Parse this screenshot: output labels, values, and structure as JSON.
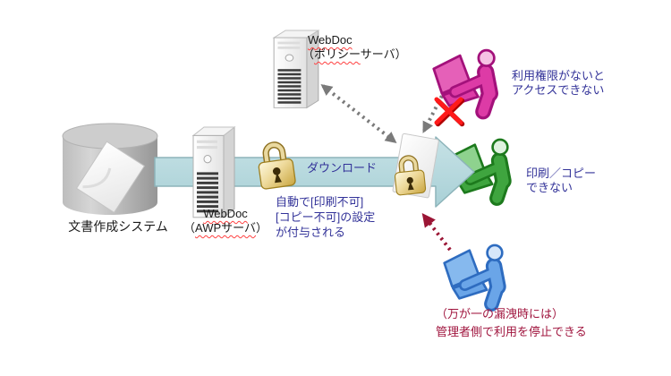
{
  "nodes": {
    "doc_system": {
      "label": "文書作成システム",
      "icon": "database-cylinder-icon"
    },
    "awp_server": {
      "name": "WebDoc",
      "subtitle_prefix": "（",
      "subtitle_wavy": "AWPサーバ",
      "subtitle_suffix": "）",
      "icon": "server-tower-icon"
    },
    "policy_server": {
      "name": "WebDoc",
      "subtitle_prefix": "（",
      "subtitle_wavy": "ポリシー",
      "subtitle_suffix": "サーバ）",
      "icon": "server-tower-icon"
    }
  },
  "flow": {
    "download_label": "ダウンロード",
    "auto_setting_note": [
      "自動で[印刷不可]",
      "[コピー不可]の設定",
      "が付与される"
    ]
  },
  "actors": {
    "unauthorized_user": {
      "icon": "person-laptop-icon",
      "color": "#dd3ba6",
      "note": [
        "利用権限がないと",
        "アクセスできない"
      ]
    },
    "recipient_user": {
      "icon": "person-laptop-icon",
      "color": "#3fa53f",
      "note": [
        "印刷／コピー",
        "できない"
      ]
    },
    "administrator": {
      "icon": "person-laptop-icon",
      "color": "#6aa5e8",
      "note": [
        "（万が一の漏洩時には）",
        "管理者側で利用を停止できる"
      ]
    }
  },
  "colors": {
    "flow_arrow_fill": "#b7dade",
    "flow_arrow_border": "#8db4ba",
    "navy_text": "#333399",
    "dark_red_text": "#A0153E",
    "red_x": "#ff1a1a",
    "gray_dotted_arrow": "#7a7a7a",
    "red_dotted_arrow": "#9b1535",
    "lock_gold": "#c9a53f"
  }
}
